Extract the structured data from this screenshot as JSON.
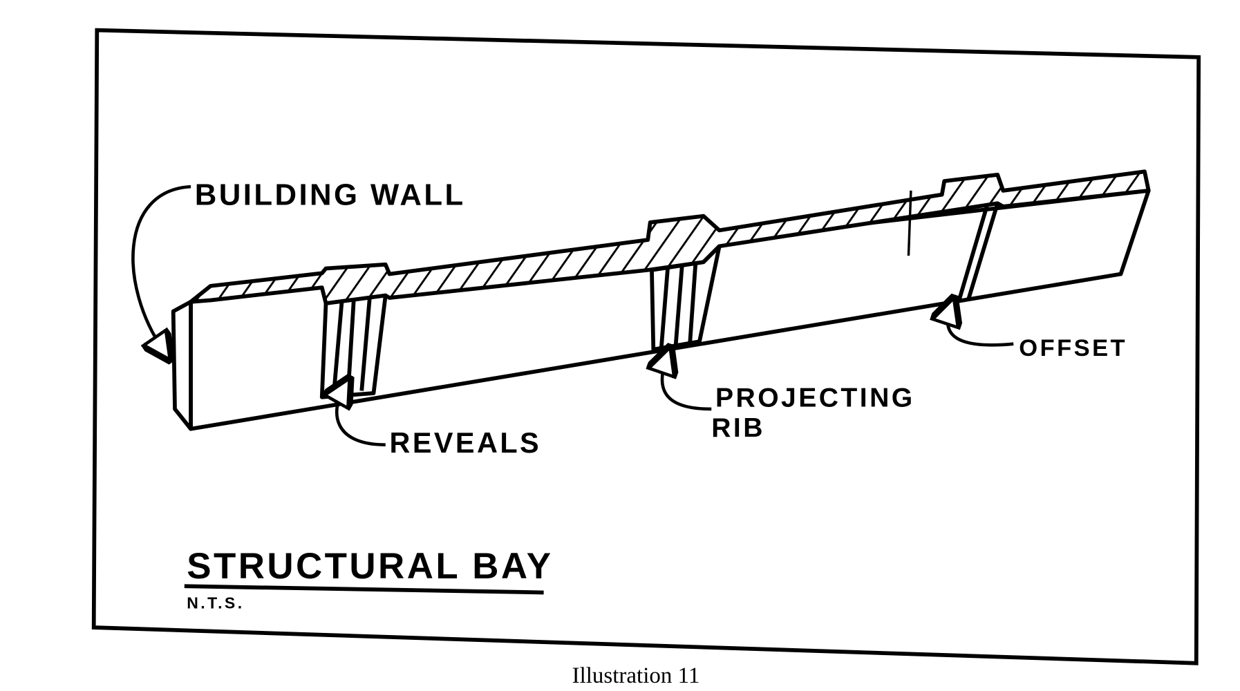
{
  "labels": {
    "building_wall": "BUILDING WALL",
    "reveals": "REVEALS",
    "projecting": "PROJECTING",
    "rib": "RIB",
    "offset": "OFFSET"
  },
  "title": "STRUCTURAL BAY",
  "scale_note": "N.T.S.",
  "caption": "Illustration 11",
  "colors": {
    "ink": "#000000",
    "paper": "#ffffff"
  }
}
